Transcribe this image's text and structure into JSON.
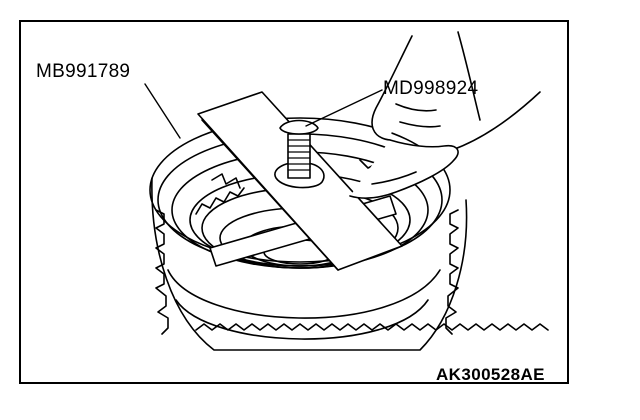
{
  "labels": {
    "tool_left": "MB991789",
    "tool_right": "MD998924",
    "figure_id": "AK300528AE"
  },
  "colors": {
    "ink": "#000000",
    "paper": "#ffffff"
  }
}
